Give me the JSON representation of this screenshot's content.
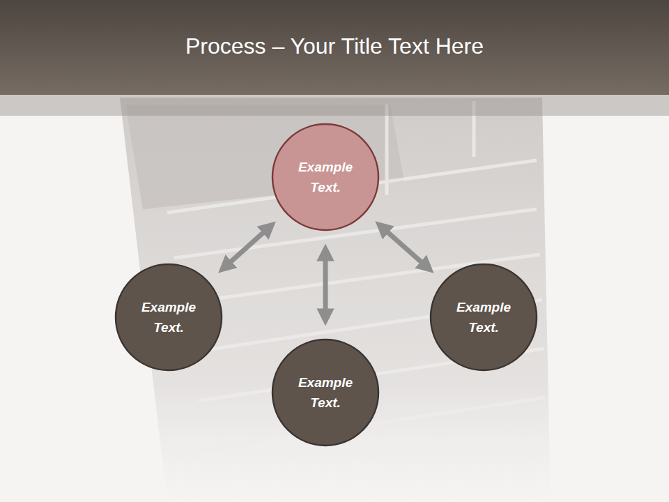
{
  "diagram": {
    "title": "Process – Your Title Text Here",
    "nodes": [
      {
        "text": [
          "Example Text."
        ]
      },
      {
        "text": [
          "Example Text."
        ]
      },
      {
        "text": [
          "Example Text."
        ]
      },
      {
        "text": [
          "Example Text."
        ]
      }
    ],
    "edges": [
      {
        "from": 0,
        "to": 1,
        "arrow": "both"
      },
      {
        "from": 0,
        "to": 2,
        "arrow": "both"
      },
      {
        "from": 0,
        "to": 3,
        "arrow": "both"
      }
    ]
  }
}
